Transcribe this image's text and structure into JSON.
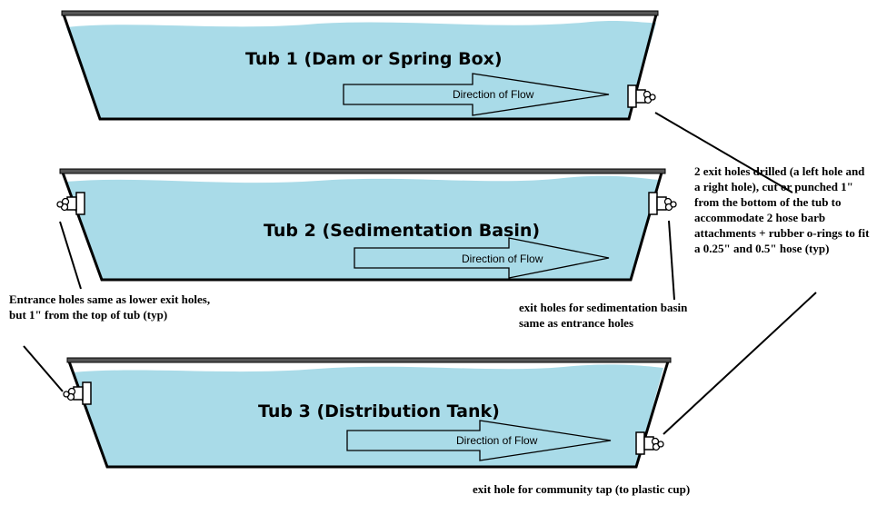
{
  "tubs": [
    {
      "title": "Tub 1 (Dam or Spring Box)",
      "flow_label": "Direction of Flow"
    },
    {
      "title": "Tub 2 (Sedimentation Basin)",
      "flow_label": "Direction of Flow"
    },
    {
      "title": "Tub 3 (Distribution Tank)",
      "flow_label": "Direction of Flow"
    }
  ],
  "notes": {
    "exit_holes": "2 exit holes drilled (a left hole and a right hole), cut or punched 1\" from the bottom of the tub to accommodate 2 hose barb attachments + rubber o-rings to fit a 0.25\" and 0.5\" hose (typ)",
    "entrance_holes": "Entrance holes same as lower exit holes, but 1\" from the top of tub (typ)",
    "sedimentation_exit": "exit holes for sedimentation basin same as entrance holes",
    "community_tap": "exit hole for community tap (to plastic cup)"
  },
  "colors": {
    "water": "#a9dbe8",
    "outline": "#000000",
    "rim": "#555555"
  }
}
